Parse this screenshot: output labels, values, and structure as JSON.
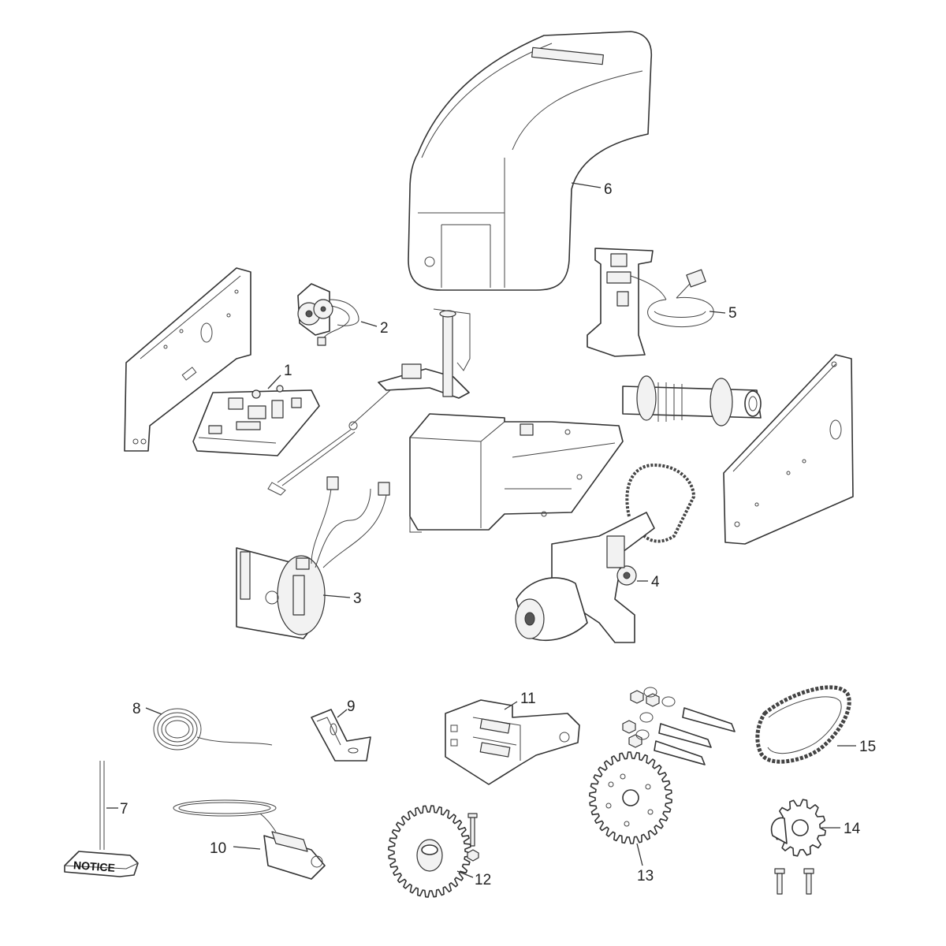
{
  "diagram": {
    "callouts": [
      {
        "id": "1",
        "text": "1"
      },
      {
        "id": "2",
        "text": "2"
      },
      {
        "id": "3",
        "text": "3"
      },
      {
        "id": "4",
        "text": "4"
      },
      {
        "id": "5",
        "text": "5"
      },
      {
        "id": "6",
        "text": "6"
      },
      {
        "id": "7",
        "text": "7"
      },
      {
        "id": "8",
        "text": "8"
      },
      {
        "id": "9",
        "text": "9"
      },
      {
        "id": "10",
        "text": "10"
      },
      {
        "id": "11",
        "text": "11"
      },
      {
        "id": "12",
        "text": "12"
      },
      {
        "id": "13",
        "text": "13"
      },
      {
        "id": "14",
        "text": "14"
      },
      {
        "id": "15",
        "text": "15"
      }
    ],
    "notice_label": "NOTICE"
  }
}
